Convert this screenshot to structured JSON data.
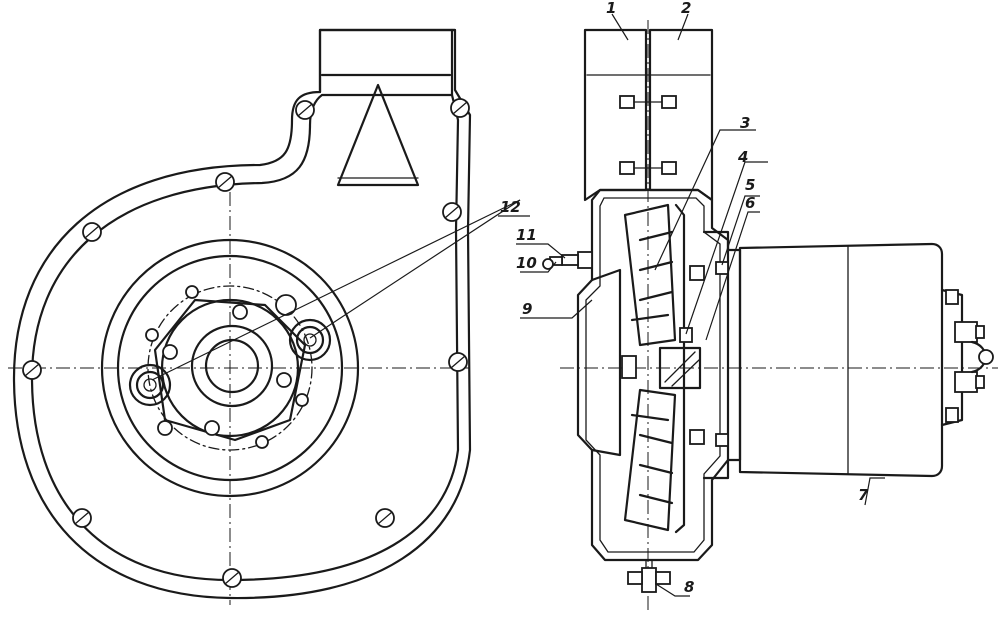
{
  "callouts": {
    "c1": "1",
    "c2": "2",
    "c3": "3",
    "c4": "4",
    "c5": "5",
    "c6": "6",
    "c7": "7",
    "c8": "8",
    "c9": "9",
    "c10": "10",
    "c11": "11",
    "c12": "12"
  },
  "colors": {
    "ink": "#1a1a1a",
    "paper": "#ffffff"
  }
}
